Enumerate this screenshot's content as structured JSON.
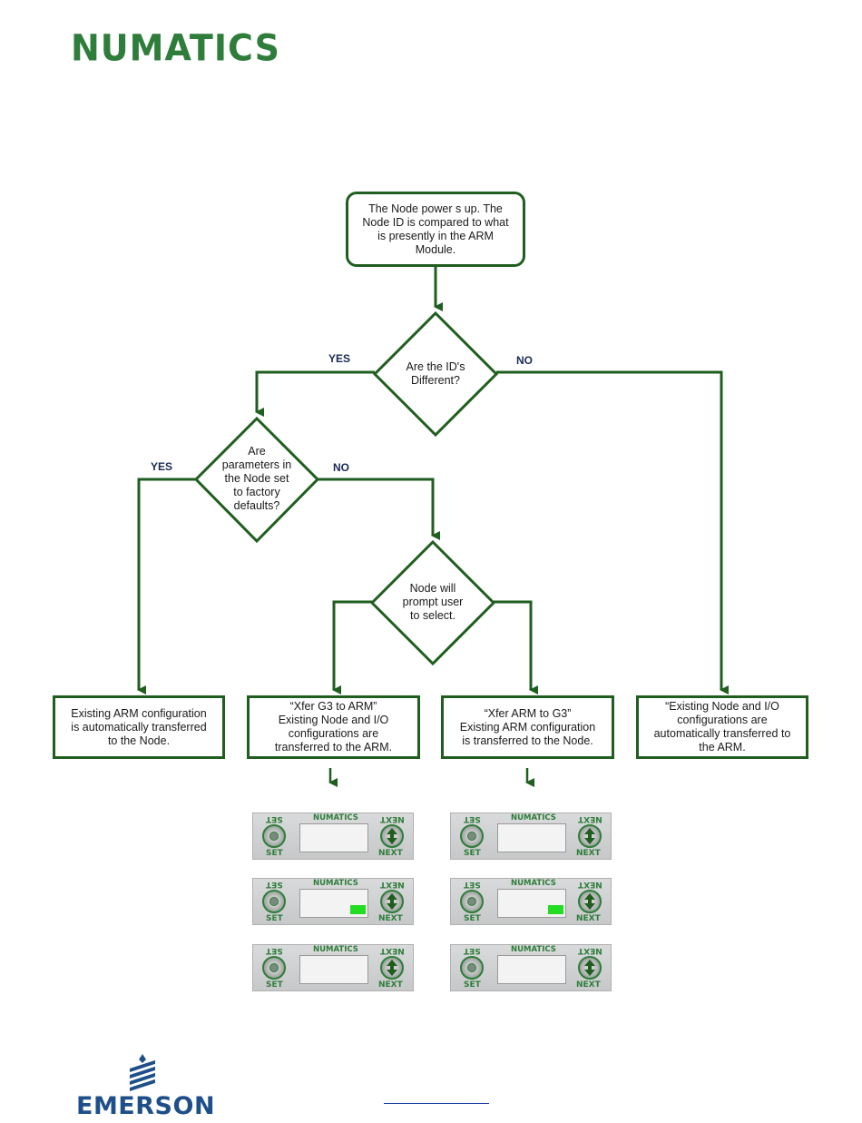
{
  "header": {
    "brand": "NUMATICS"
  },
  "flowchart": {
    "start_box": {
      "lines": [
        "The Node power s up. The",
        "Node ID is compared to what",
        "is presently in the ARM",
        "Module."
      ]
    },
    "decision_ids": {
      "lines": [
        "Are the ID's",
        "Different?"
      ],
      "yes": "YES",
      "no": "NO"
    },
    "decision_params": {
      "lines": [
        "Are",
        "parameters in",
        "the Node set",
        "to factory",
        "defaults?"
      ],
      "yes": "YES",
      "no": "NO"
    },
    "decision_prompt": {
      "lines": [
        "Node will",
        "prompt user",
        "to select."
      ]
    },
    "result_arm_to_node": {
      "lines": [
        "Existing ARM configuration",
        "is automatically transferred",
        "to the Node."
      ]
    },
    "result_g3_to_arm": {
      "lines": [
        "“Xfer G3 to ARM”",
        "Existing Node and I/O",
        "configurations are",
        "transferred to the ARM."
      ]
    },
    "result_arm_to_g3": {
      "lines": [
        "“Xfer ARM to G3”",
        "Existing ARM configuration",
        "is transferred to the Node."
      ]
    },
    "result_node_to_arm": {
      "lines": [
        "“Existing Node and I/O",
        "configurations are",
        "automatically transferred to",
        "the ARM."
      ]
    }
  },
  "keypad": {
    "brand": "NUMATICS",
    "set_label": "SET",
    "next_label": "NEXT",
    "columns": [
      {
        "panels": [
          {
            "led_on": false
          },
          {
            "led_on": true
          },
          {
            "led_on": false
          }
        ]
      },
      {
        "panels": [
          {
            "led_on": false
          },
          {
            "led_on": true
          },
          {
            "led_on": false
          }
        ]
      }
    ]
  },
  "footer": {
    "brand": "EMERSON",
    "link_text": ""
  },
  "colors": {
    "line": "#1f5e1f",
    "brand_green": "#2e7d3a",
    "label_navy": "#1a2a55",
    "led": "#22dd22",
    "emerson_blue": "#1f4f8a"
  }
}
